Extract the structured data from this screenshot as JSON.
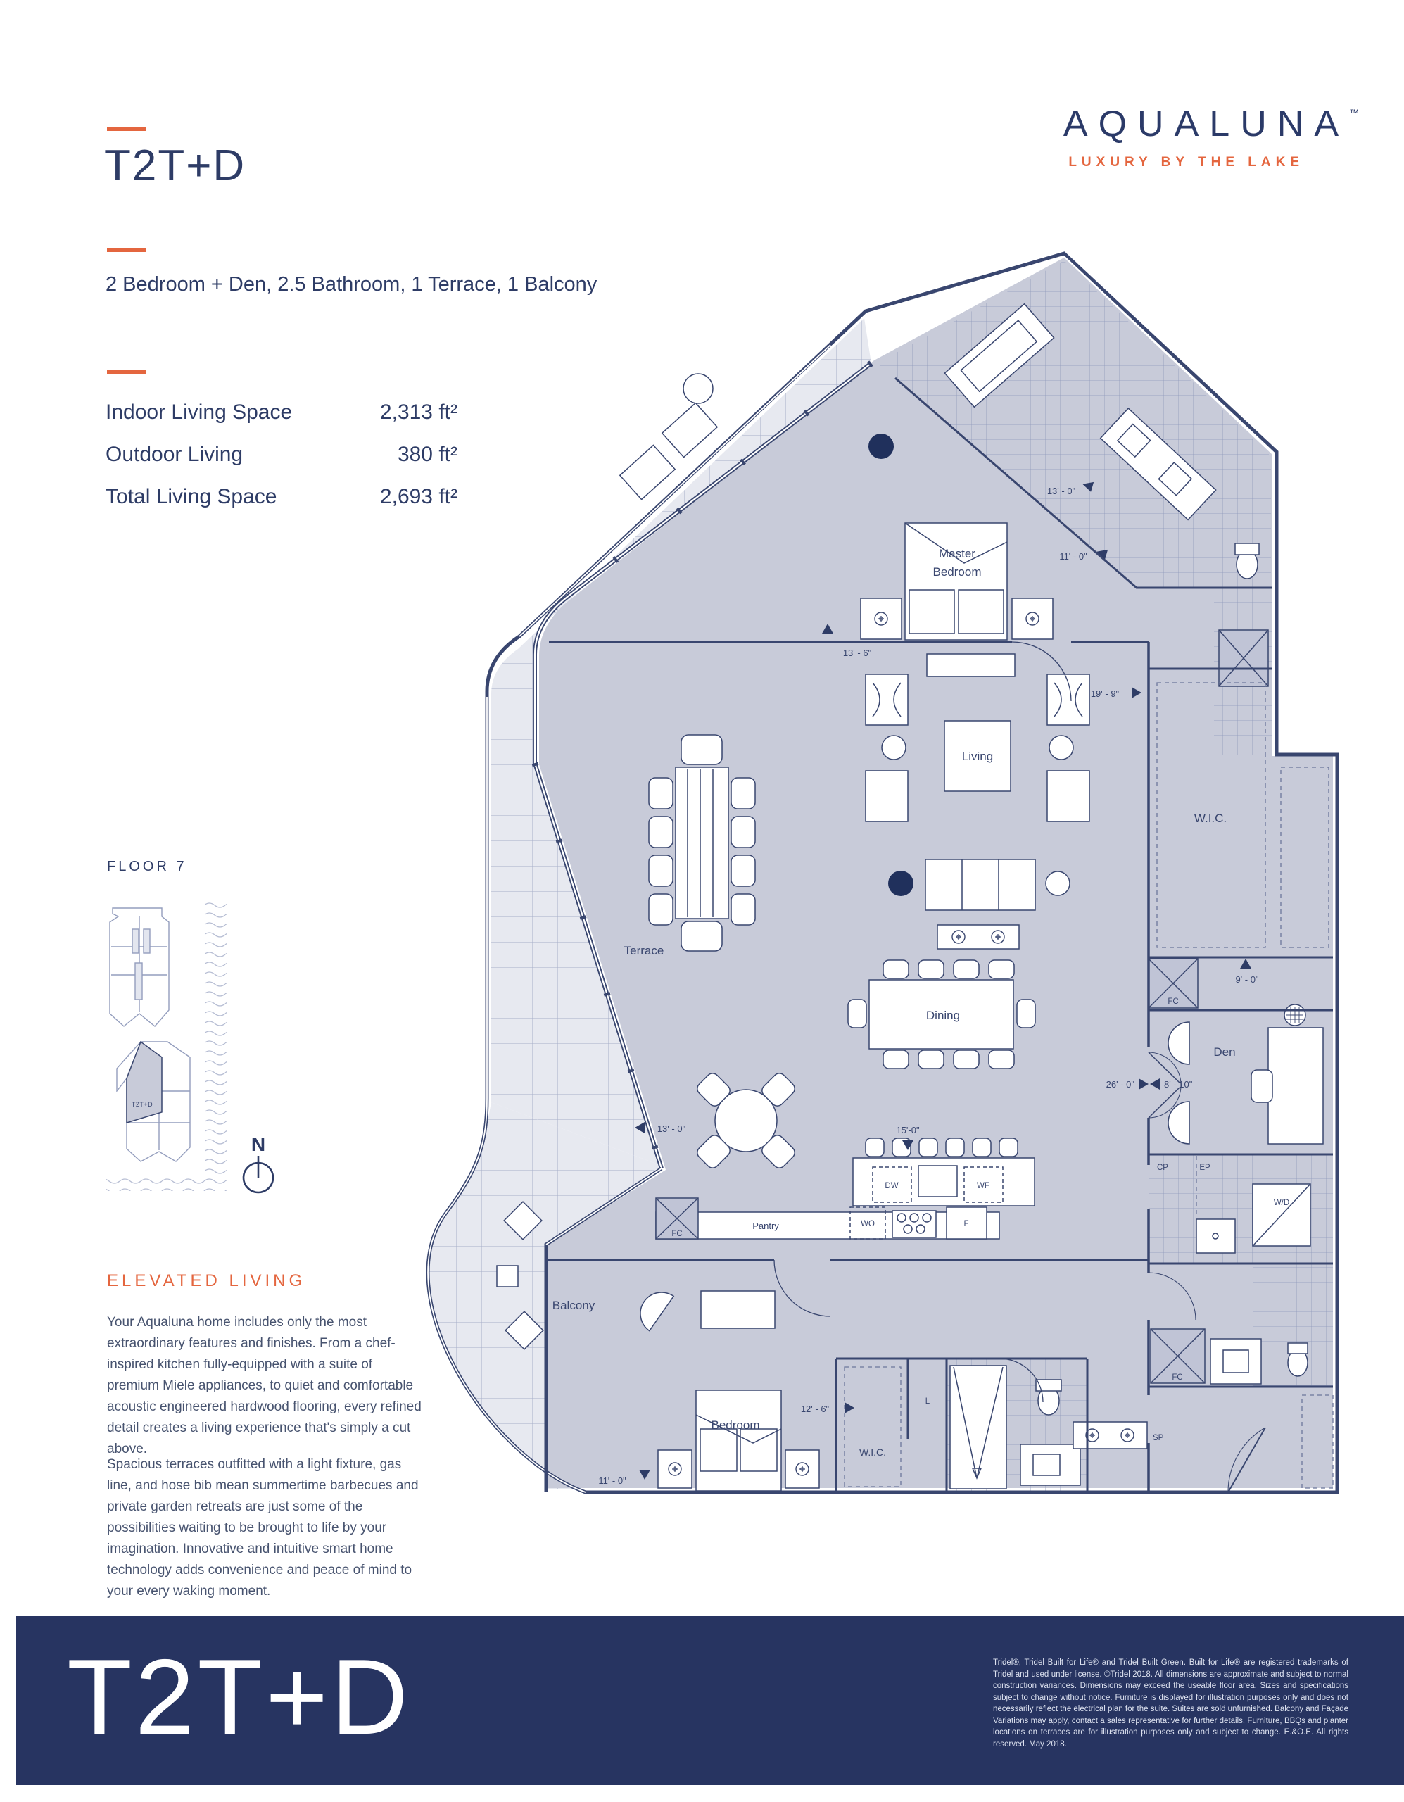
{
  "header": {
    "title": "T2T+D",
    "logo": "AQUALUNA",
    "logo_tm": "™",
    "tagline": "LUXURY BY THE LAKE",
    "subtitle": "2 Bedroom + Den, 2.5 Bathroom, 1 Terrace, 1 Balcony"
  },
  "stats": {
    "rows": [
      {
        "label": "Indoor Living Space",
        "value": "2,313 ft²"
      },
      {
        "label": "Outdoor Living",
        "value": "380 ft²"
      },
      {
        "label": "Total Living Space",
        "value": "2,693 ft²"
      }
    ]
  },
  "keyplan": {
    "floor_label": "FLOOR 7",
    "unit_label": "T2T+D",
    "north_label": "N"
  },
  "floorplan": {
    "rooms": {
      "master_line1": "Master",
      "master_line2": "Bedroom",
      "living": "Living",
      "wic_master": "W.I.C.",
      "terrace": "Terrace",
      "dining": "Dining",
      "den": "Den",
      "balcony": "Balcony",
      "bedroom": "Bedroom",
      "wic_bedroom": "W.I.C.",
      "pantry": "Pantry"
    },
    "appliances": {
      "dw": "DW",
      "wf": "WF",
      "wo": "WO",
      "fridge": "F",
      "fc1": "FC",
      "fc2": "FC",
      "fc3": "FC",
      "cp": "CP",
      "ep": "EP",
      "wd": "W/D",
      "linen": "L",
      "sp": "SP"
    },
    "dims": {
      "d13_0_a": "13' - 0\"",
      "d11_0_a": "11' - 0\"",
      "d13_6": "13' - 6\"",
      "d19_9": "19' - 9\"",
      "d9_0": "9' - 0\"",
      "d26_0": "26' - 0\"",
      "d8_10": "8' - 10\"",
      "d15_0": "15'-0\"",
      "d13_0_b": "13' - 0\"",
      "d12_6": "12' - 6\"",
      "d11_0_b": "11' - 0\""
    },
    "colors": {
      "interior": "#c8cbd9",
      "outdoor": "#e7e9f0",
      "wall": "#39466f",
      "accent": "#e4663f"
    }
  },
  "elevated": {
    "heading": "ELEVATED LIVING",
    "para1": "Your Aqualuna home includes only the most extraordinary features and finishes. From a chef-inspired kitchen fully-equipped with a suite of premium Miele appliances, to quiet and comfortable acoustic engineered hardwood flooring, every refined detail creates a living experience that's simply a cut above.",
    "para2": "Spacious terraces outfitted with a light fixture, gas line, and hose bib mean summertime barbecues and private garden retreats are just some of the possibilities waiting to be brought to life by your imagination. Innovative and intuitive smart home technology adds convenience and peace of mind to your every waking moment."
  },
  "footer": {
    "unit_name": "T2T+D",
    "legal": "Tridel®, Tridel Built for Life® and Tridel Built Green. Built for Life® are registered trademarks of Tridel and used under license. ©Tridel 2018. All dimensions are approximate and subject to normal construction variances. Dimensions may exceed the useable floor area. Sizes and specifications subject to change without notice. Furniture is displayed for illustration purposes only and does not necessarily reflect the electrical plan for the suite. Suites are sold unfurnished. Balcony and Façade Variations may apply, contact a sales representative for further details. Furniture, BBQs and planter locations on terraces are for illustration purposes only and subject to change. E.&O.E. All rights reserved. May 2018."
  }
}
